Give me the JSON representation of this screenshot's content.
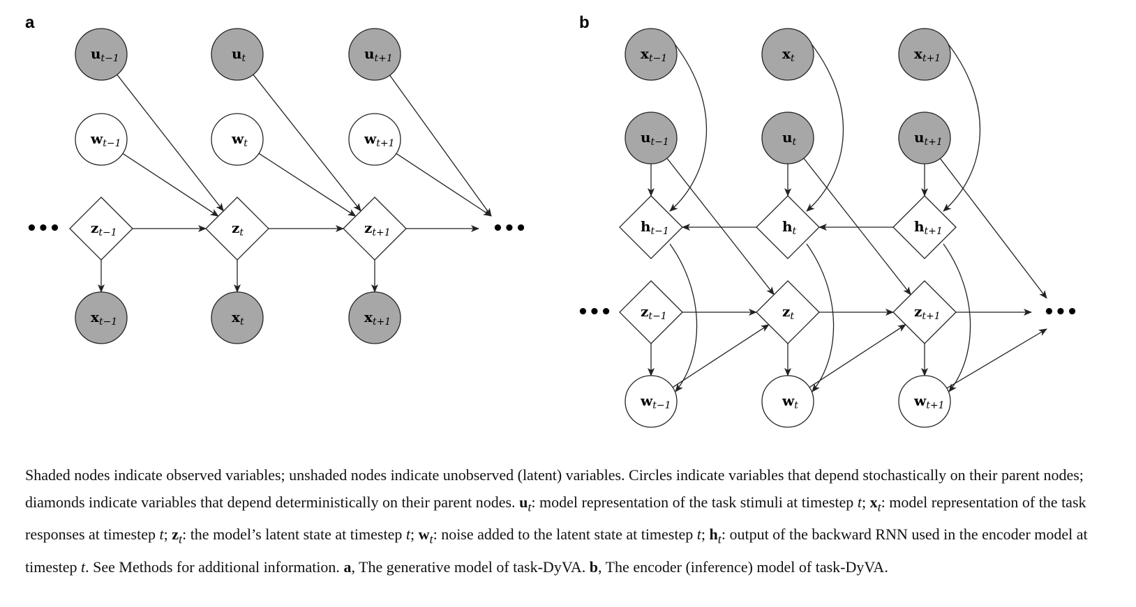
{
  "panels": [
    {
      "letter": "a",
      "nodes": [
        {
          "id": "u_prev",
          "base": "u",
          "sub": "t−1",
          "shape": "circle",
          "observed": true
        },
        {
          "id": "u_cur",
          "base": "u",
          "sub": "t",
          "shape": "circle",
          "observed": true
        },
        {
          "id": "u_next",
          "base": "u",
          "sub": "t+1",
          "shape": "circle",
          "observed": true
        },
        {
          "id": "w_prev",
          "base": "w",
          "sub": "t−1",
          "shape": "circle",
          "observed": false
        },
        {
          "id": "w_cur",
          "base": "w",
          "sub": "t",
          "shape": "circle",
          "observed": false
        },
        {
          "id": "w_next",
          "base": "w",
          "sub": "t+1",
          "shape": "circle",
          "observed": false
        },
        {
          "id": "z_prev",
          "base": "z",
          "sub": "t−1",
          "shape": "diamond",
          "observed": false
        },
        {
          "id": "z_cur",
          "base": "z",
          "sub": "t",
          "shape": "diamond",
          "observed": false
        },
        {
          "id": "z_next",
          "base": "z",
          "sub": "t+1",
          "shape": "diamond",
          "observed": false
        },
        {
          "id": "x_prev",
          "base": "x",
          "sub": "t−1",
          "shape": "circle",
          "observed": true
        },
        {
          "id": "x_cur",
          "base": "x",
          "sub": "t",
          "shape": "circle",
          "observed": true
        },
        {
          "id": "x_next",
          "base": "x",
          "sub": "t+1",
          "shape": "circle",
          "observed": true
        }
      ],
      "edges": [
        [
          "z_prev",
          "z_cur"
        ],
        [
          "z_cur",
          "z_next"
        ],
        [
          "z_next",
          "ellipsis_right"
        ],
        [
          "z_prev",
          "x_prev"
        ],
        [
          "z_cur",
          "x_cur"
        ],
        [
          "z_next",
          "x_next"
        ],
        [
          "u_prev",
          "z_cur"
        ],
        [
          "u_cur",
          "z_next"
        ],
        [
          "u_next",
          "ellipsis_right"
        ],
        [
          "w_prev",
          "z_cur"
        ],
        [
          "w_cur",
          "z_next"
        ],
        [
          "w_next",
          "ellipsis_right"
        ]
      ]
    },
    {
      "letter": "b",
      "nodes": [
        {
          "id": "x_prev",
          "base": "x",
          "sub": "t−1",
          "shape": "circle",
          "observed": true
        },
        {
          "id": "x_cur",
          "base": "x",
          "sub": "t",
          "shape": "circle",
          "observed": true
        },
        {
          "id": "x_next",
          "base": "x",
          "sub": "t+1",
          "shape": "circle",
          "observed": true
        },
        {
          "id": "u_prev",
          "base": "u",
          "sub": "t−1",
          "shape": "circle",
          "observed": true
        },
        {
          "id": "u_cur",
          "base": "u",
          "sub": "t",
          "shape": "circle",
          "observed": true
        },
        {
          "id": "u_next",
          "base": "u",
          "sub": "t+1",
          "shape": "circle",
          "observed": true
        },
        {
          "id": "h_prev",
          "base": "h",
          "sub": "t−1",
          "shape": "diamond",
          "observed": false
        },
        {
          "id": "h_cur",
          "base": "h",
          "sub": "t",
          "shape": "diamond",
          "observed": false
        },
        {
          "id": "h_next",
          "base": "h",
          "sub": "t+1",
          "shape": "diamond",
          "observed": false
        },
        {
          "id": "z_prev",
          "base": "z",
          "sub": "t−1",
          "shape": "diamond",
          "observed": false
        },
        {
          "id": "z_cur",
          "base": "z",
          "sub": "t",
          "shape": "diamond",
          "observed": false
        },
        {
          "id": "z_next",
          "base": "z",
          "sub": "t+1",
          "shape": "diamond",
          "observed": false
        },
        {
          "id": "w_prev",
          "base": "w",
          "sub": "t−1",
          "shape": "circle",
          "observed": false
        },
        {
          "id": "w_cur",
          "base": "w",
          "sub": "t",
          "shape": "circle",
          "observed": false
        },
        {
          "id": "w_next",
          "base": "w",
          "sub": "t+1",
          "shape": "circle",
          "observed": false
        }
      ],
      "edges": [
        [
          "h_next",
          "h_cur"
        ],
        [
          "h_cur",
          "h_prev"
        ],
        [
          "u_prev",
          "h_prev"
        ],
        [
          "u_cur",
          "h_cur"
        ],
        [
          "u_next",
          "h_next"
        ],
        [
          "x_prev",
          "h_prev"
        ],
        [
          "x_cur",
          "h_cur"
        ],
        [
          "x_next",
          "h_next"
        ],
        [
          "u_prev",
          "z_cur"
        ],
        [
          "u_cur",
          "z_next"
        ],
        [
          "u_next",
          "ellipsis_right"
        ],
        [
          "z_prev",
          "z_cur"
        ],
        [
          "z_cur",
          "z_next"
        ],
        [
          "z_next",
          "ellipsis_right"
        ],
        [
          "z_prev",
          "w_prev"
        ],
        [
          "z_cur",
          "w_cur"
        ],
        [
          "z_next",
          "w_next"
        ],
        [
          "h_prev",
          "w_prev"
        ],
        [
          "h_cur",
          "w_cur"
        ],
        [
          "h_next",
          "w_next"
        ],
        [
          "w_prev",
          "z_cur"
        ],
        [
          "w_cur",
          "z_next"
        ],
        [
          "w_next",
          "ellipsis_right"
        ]
      ]
    }
  ],
  "ellipsis": "•••",
  "caption": {
    "intro": "Shaded nodes indicate observed variables; unshaded nodes indicate unobserved (latent) variables. Circles indicate variables that depend stochastically on their parent nodes; diamonds indicate variables that depend deterministically on their parent nodes. ",
    "u_sym": "u",
    "u_text": ": model representation of the task stimuli at timestep ",
    "x_sym": "x",
    "x_text": ": model representation of the task responses at timestep ",
    "z_sym": "z",
    "z_text": ": the model’s latent state at timestep ",
    "w_sym": "w",
    "w_text": ": noise added to the latent state at timestep ",
    "h_sym": "h",
    "h_text": ": output of the backward RNN used in the encoder model at timestep ",
    "methods_text": ". See Methods for additional information. ",
    "a_label": "a",
    "a_text": ", The generative model of task-DyVA. ",
    "b_label": "b",
    "b_text": ", The encoder (inference) model of task-DyVA.",
    "t": "t",
    "sep": "; "
  }
}
